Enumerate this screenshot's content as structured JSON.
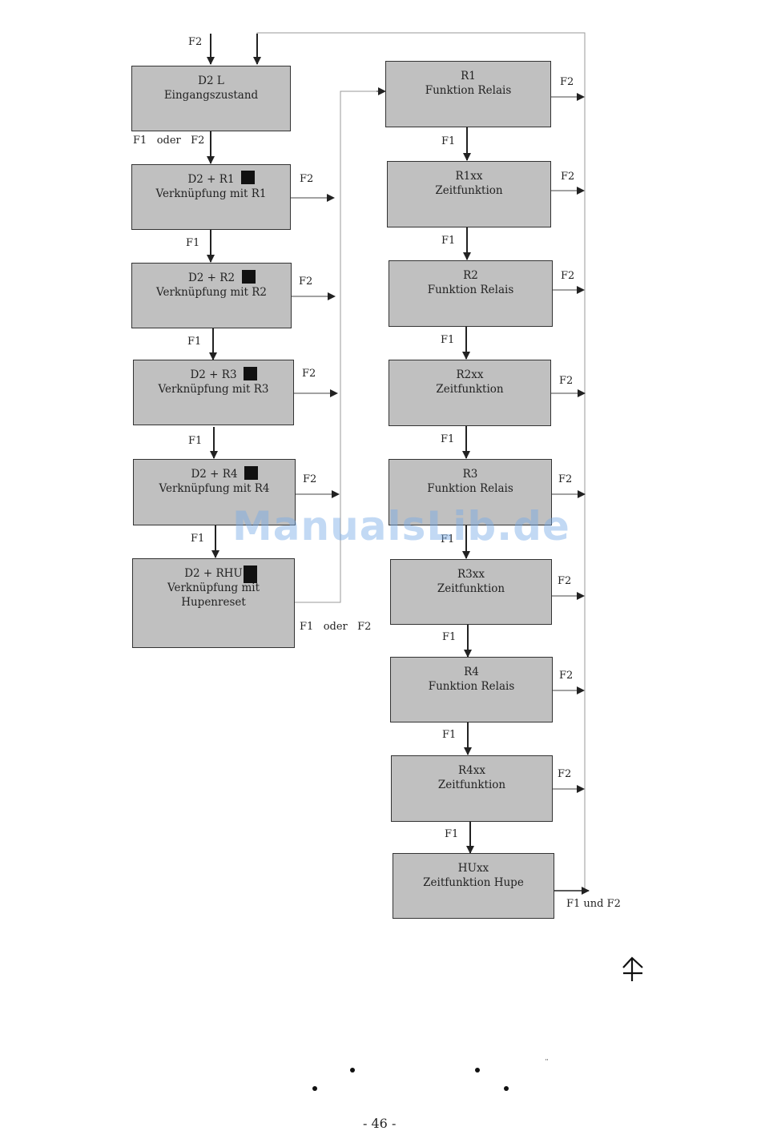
{
  "left_boxes": [
    {
      "line1": "D2 L",
      "line2": "Eingangszustand",
      "line3": ""
    },
    {
      "line1": "D2 + R1",
      "line2": "Verknüpfung mit R1",
      "line3": ""
    },
    {
      "line1": "D2 + R2",
      "line2": "Verknüpfung mit R2",
      "line3": ""
    },
    {
      "line1": "D2 + R3",
      "line2": "Verknüpfung mit R3",
      "line3": ""
    },
    {
      "line1": "D2 + R4",
      "line2": "Verknüpfung mit R4",
      "line3": ""
    },
    {
      "line1": "D2 + RHU",
      "line2": "Verknüpfung mit",
      "line3": "Hupenreset"
    }
  ],
  "right_boxes": [
    {
      "line1": "R1",
      "line2": "Funktion Relais"
    },
    {
      "line1": "R1xx",
      "line2": "Zeitfunktion"
    },
    {
      "line1": "R2",
      "line2": "Funktion Relais"
    },
    {
      "line1": "R2xx",
      "line2": "Zeitfunktion"
    },
    {
      "line1": "R3",
      "line2": "Funktion Relais"
    },
    {
      "line1": "R3xx",
      "line2": "Zeitfunktion"
    },
    {
      "line1": "R4",
      "line2": "Funktion Relais"
    },
    {
      "line1": "R4xx",
      "line2": "Zeitfunktion"
    },
    {
      "line1": "HUxx",
      "line2": "Zeitfunktion Hupe"
    }
  ],
  "labels": {
    "top_f2": "F2",
    "f1_oder_f2_top": "F1   oder   F2",
    "f1": "F1",
    "f2": "F2",
    "f1_oder_f2_bottom": "F1   oder   F2",
    "f1_und_f2": "F1 und F2"
  },
  "watermark": "ManualsLib.de",
  "page_number": "- 46 -",
  "footnote_mark": "¨",
  "colors": {
    "box_fill": "#c0c0c0",
    "box_border": "#333333",
    "line": "#222222",
    "feedback_line": "#999999",
    "watermark": "#78aae6"
  }
}
